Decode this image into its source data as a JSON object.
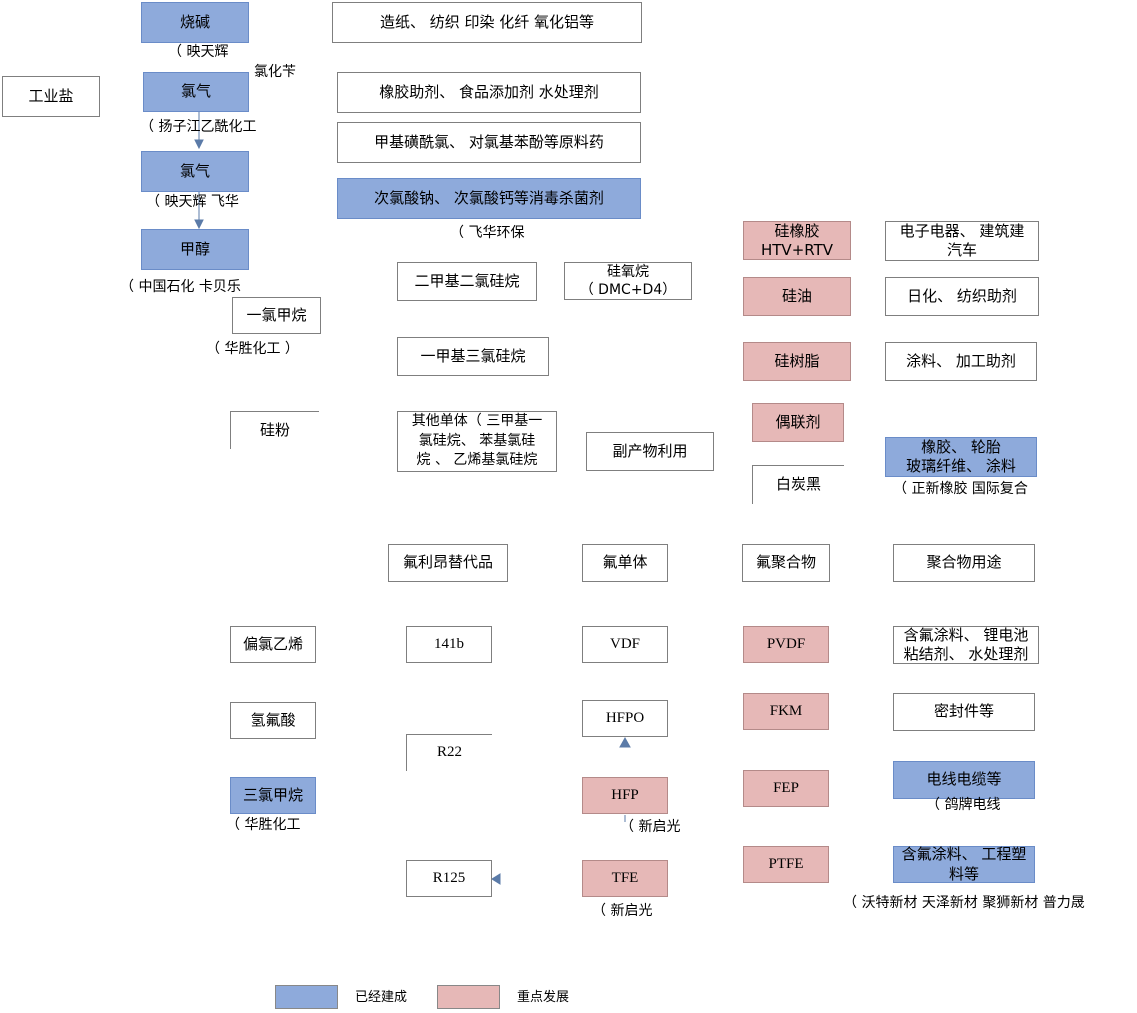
{
  "colors": {
    "built": "#8eaadb",
    "focus": "#e6b8b7",
    "arrow": "#5b7ba8"
  },
  "chlor_alkali": {
    "industrial_salt": "工业盐",
    "caustic_soda": "烧碱",
    "caustic_soda_note": "（  映天辉",
    "chlorine1": "氯气",
    "chlorine1_note": "（  扬子江乙酰化工",
    "benzyl_chloride": "氯化苄",
    "chlorine2": "氯气",
    "chlorine2_note": "（  映天辉   飞华",
    "methanol": "甲醇",
    "methanol_note": "（  中国石化   卡贝乐",
    "methyl_chloride": "一氯甲烷",
    "methyl_chloride_note": "（  华胜化工  ）",
    "silicon_powder": "硅粉"
  },
  "chlor_products": {
    "p1": "造纸、  纺织  印染  化纤  氧化铝等",
    "p2": "橡胶助剂、  食品添加剂  水处理剂",
    "p3": "甲基磺酰氯、 对氯基苯酚等原料药",
    "p4": "次氯酸钠、  次氯酸钙等消毒杀菌剂",
    "p4_note": "（  飞华环保"
  },
  "silicone": {
    "dimethyl": "二甲基二氯硅烷",
    "methyltri": "一甲基三氯硅烷",
    "other_monomers": "其他单体（  三甲基一\n氯硅烷、  苯基氯硅\n烷  、  乙烯基氯硅烷",
    "siloxane": "硅氧烷\n（  DMC+D4）",
    "byproduct": "副产物利用",
    "rubber": "硅橡胶\nHTV+RTV",
    "oil": "硅油",
    "resin": "硅树脂",
    "coupling": "偶联剂",
    "white_carbon": "白炭黑",
    "use_electronics": "电子电器、  建筑建\n汽车",
    "use_daily": "日化、  纺织助剂",
    "use_coating": "涂料、  加工助剂",
    "use_tire": "橡胶、  轮胎\n玻璃纤维、  涂料",
    "use_tire_note": "（  正新橡胶  国际复合"
  },
  "fluoro": {
    "h_alt": "氟利昂替代品",
    "h_mono": "氟单体",
    "h_poly": "氟聚合物",
    "h_use": "聚合物用途",
    "vinylidene": "偏氯乙烯",
    "hf": "氢氟酸",
    "chloroform": "三氯甲烷",
    "chloroform_note": "（  华胜化工",
    "r141b": "141b",
    "r22": "R22",
    "r125": "R125",
    "vdf": "VDF",
    "hfpo": "HFPO",
    "hfp": "HFP",
    "hfp_note": "（  新启光",
    "tfe": "TFE",
    "tfe_note": "（  新启光",
    "pvdf": "PVDF",
    "fkm": "FKM",
    "fep": "FEP",
    "ptfe": "PTFE",
    "use_pvdf": "含氟涂料、  锂电池\n粘结剂、  水处理剂",
    "use_fkm": "密封件等",
    "use_fep": "电线电缆等",
    "use_fep_note": "（  鸽牌电线",
    "use_ptfe": "含氟涂料、  工程塑\n料等",
    "use_ptfe_note": "（  沃特新材  天泽新材  聚狮新材  普力晟"
  },
  "legend": {
    "built": "已经建成",
    "focus": "重点发展"
  }
}
